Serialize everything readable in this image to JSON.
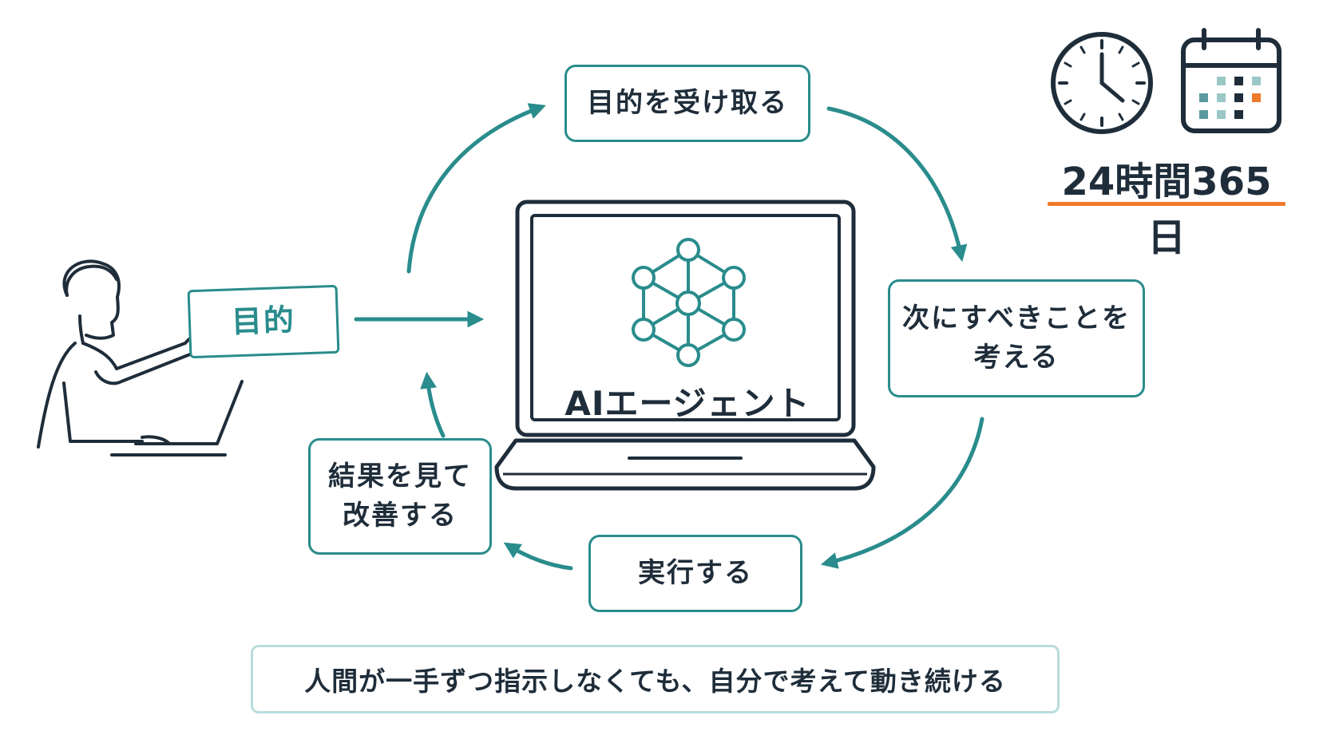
{
  "diagram": {
    "cycle_steps": [
      {
        "lines": [
          "目的を受け取る"
        ]
      },
      {
        "lines": [
          "次にすべきことを",
          "考える"
        ]
      },
      {
        "lines": [
          "実行する"
        ]
      },
      {
        "lines": [
          "結果を見て",
          "改善する"
        ]
      }
    ],
    "input_card": "目的",
    "center_label": "AIエージェント",
    "availability": "24時間365日",
    "caption": "人間が一手ずつ指示しなくても、自分で考えて動き続ける"
  },
  "colors": {
    "teal": "#2a8c8c",
    "navy": "#1f2d3a",
    "orange": "#ee7a2c",
    "light_teal": "#b8dcdc"
  },
  "icons": [
    "person-at-laptop-icon",
    "laptop-icon",
    "network-icon",
    "clock-icon",
    "calendar-icon"
  ]
}
